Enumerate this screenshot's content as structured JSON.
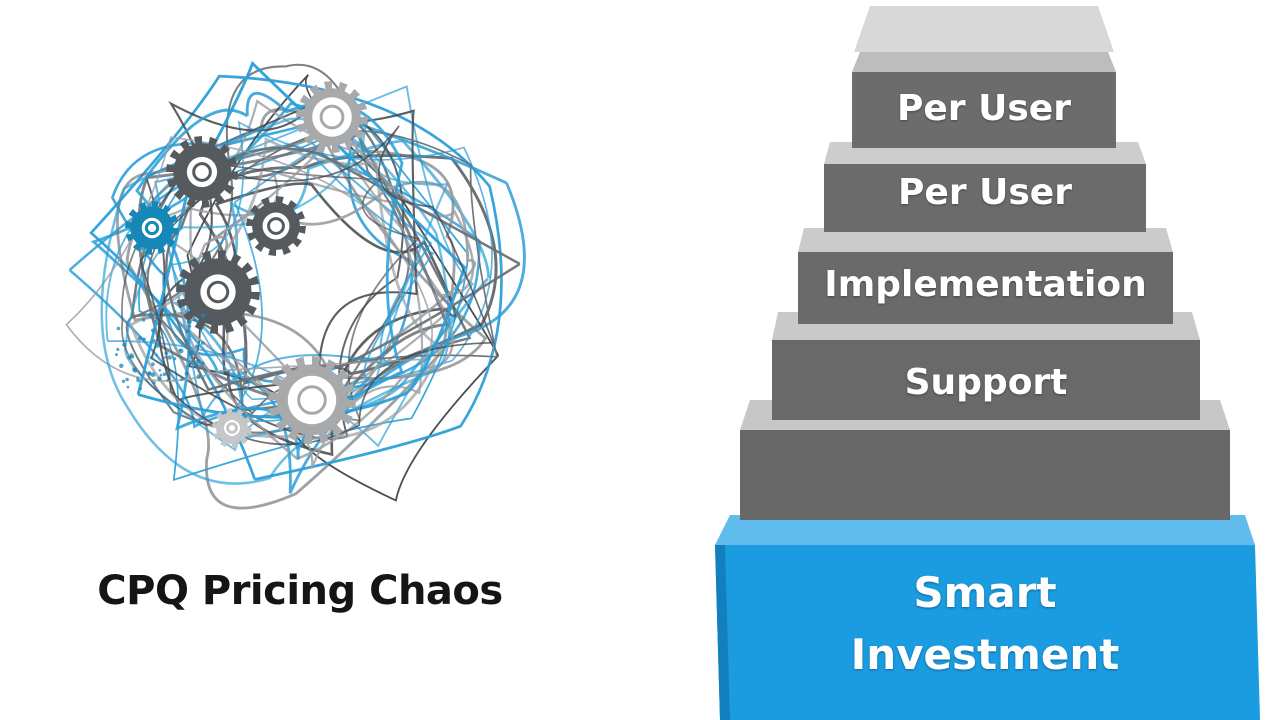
{
  "left": {
    "caption": "CPQ Pricing Chaos"
  },
  "pyramid": {
    "steps": [
      "Per User",
      "Per User",
      "Implementation",
      "Support",
      ""
    ],
    "base": {
      "line1": "Smart",
      "line2": "Investment"
    }
  },
  "colors": {
    "step_face": "#6b6b6b",
    "step_top": "#c9c9c9",
    "base_blue": "#1b9be0",
    "scribble_blue": "#2a9fd8",
    "scribble_dark": "#45494d",
    "gear_dark": "#555a5e",
    "gear_light": "#a7a9ab",
    "gear_blue": "#1787b8"
  }
}
